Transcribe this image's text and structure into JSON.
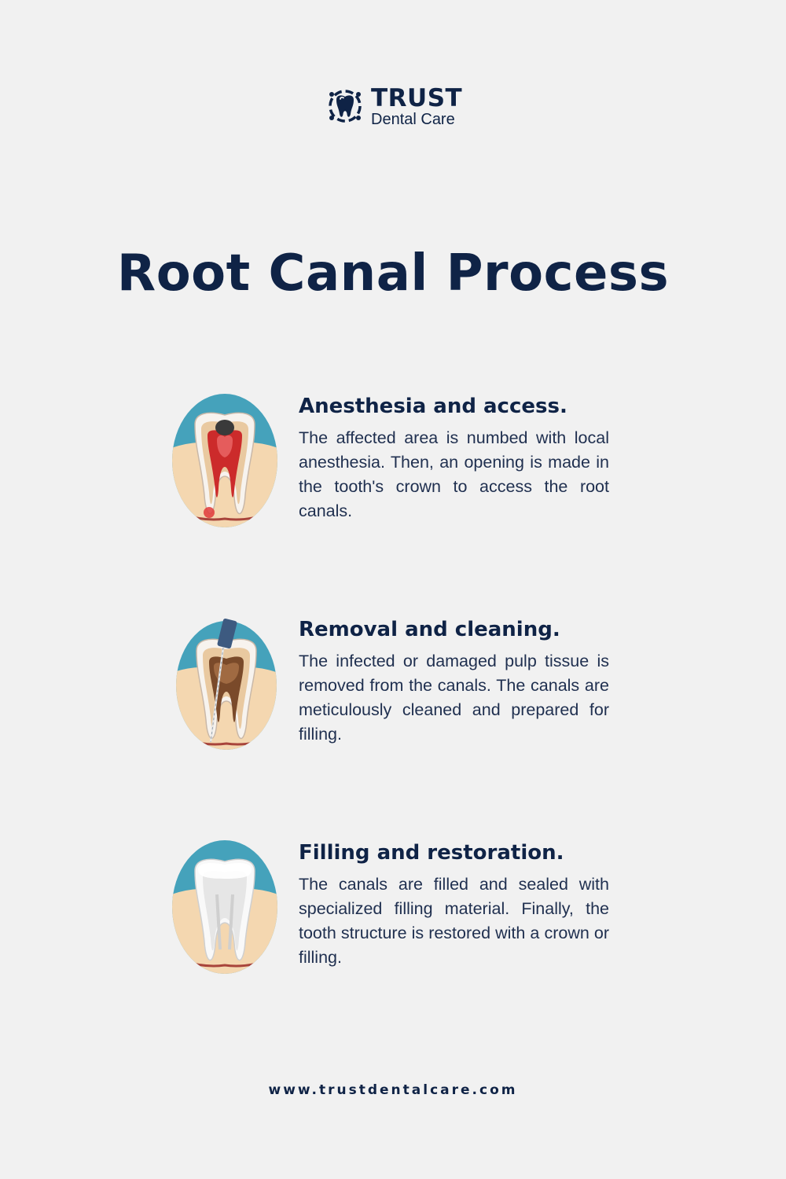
{
  "brand": {
    "name": "TRUST",
    "tagline": "Dental Care",
    "colors": {
      "navy": "#0f2346",
      "teal": "#45a2bb",
      "gum": "#f4d7b0",
      "pulp_infected": "#cc2b2b"
    }
  },
  "page_title": "Root Canal Process",
  "steps": [
    {
      "title": "Anesthesia and access.",
      "description": "The affected area is numbed with local anesthesia. Then, an opening is made in the tooth's crown to access the root canals.",
      "icon": "tooth-cavity-icon"
    },
    {
      "title": "Removal and cleaning.",
      "description": "The infected or damaged pulp tissue is removed from the canals. The canals are meticulously cleaned and prepared for filling.",
      "icon": "tooth-file-cleaning-icon"
    },
    {
      "title": "Filling and restoration.",
      "description": "The canals are filled and sealed with specialized filling material. Finally, the tooth structure is restored with a crown or filling.",
      "icon": "tooth-restored-icon"
    }
  ],
  "footer": {
    "url": "www.trustdentalcare.com"
  }
}
